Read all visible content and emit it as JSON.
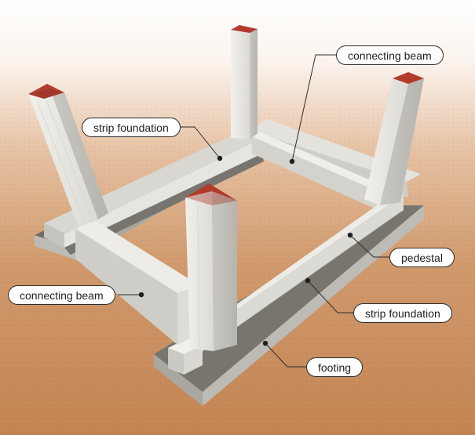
{
  "labels": {
    "connecting_beam_top": "connecting beam",
    "strip_foundation_left": "strip foundation",
    "pedestal": "pedestal",
    "connecting_beam_left": "connecting beam",
    "strip_foundation_right": "strip foundation",
    "footing": "footing"
  },
  "colors": {
    "sky": "#ffffff",
    "ground": "#c98a58",
    "concrete_light": "#e6e4df",
    "concrete_mid": "#cfcdc7",
    "concrete_dark": "#b4b2ac",
    "slab_top": "#7d7b72",
    "column_cap": "#b13a2b",
    "leader": "#2b2b2b"
  }
}
